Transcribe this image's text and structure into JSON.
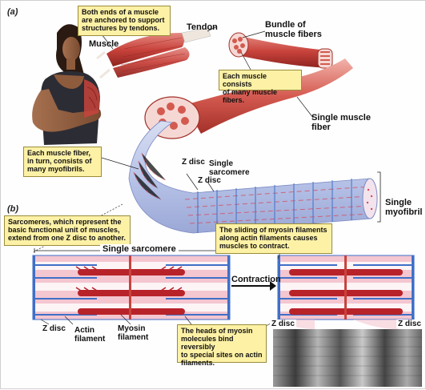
{
  "parts": {
    "a": "(a)",
    "b": "(b)"
  },
  "notes": {
    "tendons": "Both ends of a muscle\nare anchored to support\nstructures by tendons.",
    "fibers": "Each muscle consists\nof many muscle fibers.",
    "myofibrils": "Each muscle fiber,\nin turn, consists of\nmany myofibrils.",
    "sarcomeres": "Sarcomeres, which represent the\nbasic functional unit of muscles,\nextend from one Z disc to another.",
    "sliding": "The sliding of myosin filaments\nalong actin filaments causes\nmuscles to contract.",
    "heads": "The heads of myosin\nmolecules bind reversibly\nto special sites on actin\nfilaments."
  },
  "labels": {
    "muscle": "Muscle",
    "tendon": "Tendon",
    "bundle": "Bundle of\nmuscle fibers",
    "single_fiber": "Single muscle\nfiber",
    "zdisc_top1": "Z disc",
    "single_sarcomere_top": "Single\nsarcomere",
    "zdisc_top2": "Z disc",
    "single_myofibril": "Single\nmyofibril",
    "single_sarcomere_span": "Single sarcomere",
    "contraction": "Contraction",
    "zdisc_left": "Z disc",
    "actin": "Actin\nfilament",
    "myosin": "Myosin\nfilament",
    "zdisc_right1": "Z disc",
    "zdisc_right2": "Z disc"
  },
  "colors": {
    "muscle_red": "#c8433c",
    "muscle_light": "#e7a09a",
    "myofibril_blue": "#b8c4e8",
    "sarcomere_pink": "#f4c6d0",
    "zdisc_blue": "#3f6fc8",
    "myosin_red": "#b8232a",
    "note_yellow": "#fdf1a6"
  }
}
